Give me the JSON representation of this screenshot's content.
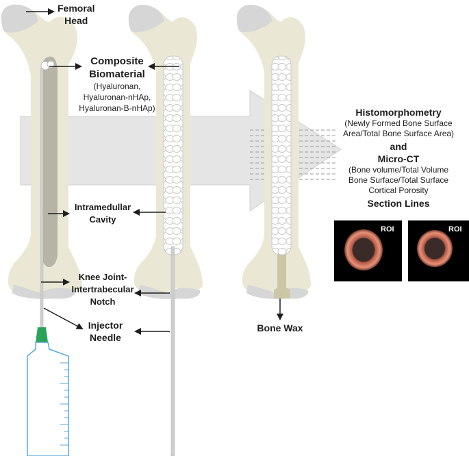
{
  "labels": {
    "femoral_head": [
      "Femoral",
      "Head"
    ],
    "composite": [
      "Composite",
      "Biomaterial"
    ],
    "composite_sub": [
      "(Hyaluronan,",
      "Hyaluronan-nHAp,",
      "Hyaluronan-B-nHAp)"
    ],
    "cavity": [
      "Intramedullar",
      "Cavity"
    ],
    "knee": [
      "Knee Joint-",
      "Intertrabecular",
      "Notch"
    ],
    "needle": [
      "Injector",
      "Needle"
    ],
    "bone_wax": "Bone Wax",
    "histo_title": "Histomorphometry",
    "histo_sub": [
      "(Newly Formed Bone Surface",
      "Area/Total Bone Surface Area)"
    ],
    "and": "and",
    "microct_title": "Micro-CT",
    "microct_sub": [
      "(Bone volume/Total Volume",
      "Bone Surface/Total Surface",
      "Cortical Porosity"
    ],
    "section_lines": "Section Lines",
    "roi": [
      "ROI",
      "ROI"
    ]
  },
  "colors": {
    "bone": "#eae8d5",
    "joint": "#d6d6d6",
    "cavity": "#b6b4a6",
    "big_arrow": "#e5e5e5",
    "needle": "#cfcfcf",
    "hub": "#2aa25a",
    "syringe": "#55aadd",
    "wax": "#cbc7a6",
    "section_ring": "#e08b72",
    "text": "#1d1d1b"
  }
}
